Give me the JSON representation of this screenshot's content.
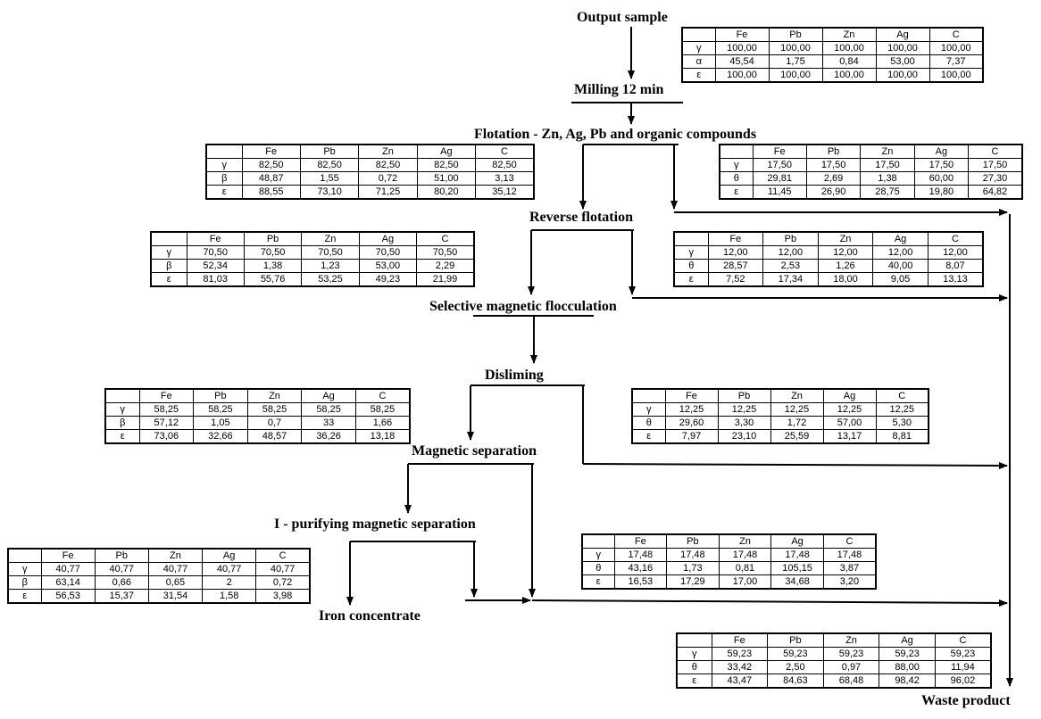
{
  "stages": {
    "output_sample": "Output sample",
    "milling": "Milling 12 min",
    "flotation": "Flotation - Zn, Ag, Pb and organic compounds",
    "reverse_flotation": "Reverse flotation",
    "selective_flocculation": "Selective magnetic flocculation",
    "disliming": "Disliming",
    "magnetic_separation": "Magnetic separation",
    "purifying_separation": "I - purifying magnetic separation",
    "iron_concentrate": "Iron concentrate",
    "waste_product": "Waste product"
  },
  "tables": {
    "t_output": {
      "headers": [
        "",
        "Fe",
        "Pb",
        "Zn",
        "Ag",
        "C"
      ],
      "rows": [
        [
          "γ",
          "100,00",
          "100,00",
          "100,00",
          "100,00",
          "100,00"
        ],
        [
          "α",
          "45,54",
          "1,75",
          "0,84",
          "53,00",
          "7,37"
        ],
        [
          "ε",
          "100,00",
          "100,00",
          "100,00",
          "100,00",
          "100,00"
        ]
      ]
    },
    "t_flot_conc": {
      "headers": [
        "",
        "Fe",
        "Pb",
        "Zn",
        "Ag",
        "C"
      ],
      "rows": [
        [
          "γ",
          "82,50",
          "82,50",
          "82,50",
          "82,50",
          "82,50"
        ],
        [
          "β",
          "48,87",
          "1,55",
          "0,72",
          "51,00",
          "3,13"
        ],
        [
          "ε",
          "88,55",
          "73,10",
          "71,25",
          "80,20",
          "35,12"
        ]
      ]
    },
    "t_flot_waste": {
      "headers": [
        "",
        "Fe",
        "Pb",
        "Zn",
        "Ag",
        "C"
      ],
      "rows": [
        [
          "γ",
          "17,50",
          "17,50",
          "17,50",
          "17,50",
          "17,50"
        ],
        [
          "θ",
          "29,81",
          "2,69",
          "1,38",
          "60,00",
          "27,30"
        ],
        [
          "ε",
          "11,45",
          "26,90",
          "28,75",
          "19,80",
          "64,82"
        ]
      ]
    },
    "t_rev_conc": {
      "headers": [
        "",
        "Fe",
        "Pb",
        "Zn",
        "Ag",
        "C"
      ],
      "rows": [
        [
          "γ",
          "70,50",
          "70,50",
          "70,50",
          "70,50",
          "70,50"
        ],
        [
          "β",
          "52,34",
          "1,38",
          "1,23",
          "53,00",
          "2,29"
        ],
        [
          "ε",
          "81,03",
          "55,76",
          "53,25",
          "49,23",
          "21,99"
        ]
      ]
    },
    "t_rev_waste": {
      "headers": [
        "",
        "Fe",
        "Pb",
        "Zn",
        "Ag",
        "C"
      ],
      "rows": [
        [
          "γ",
          "12,00",
          "12,00",
          "12,00",
          "12,00",
          "12,00"
        ],
        [
          "θ",
          "28,57",
          "2,53",
          "1,26",
          "40,00",
          "8,07"
        ],
        [
          "ε",
          "7,52",
          "17,34",
          "18,00",
          "9,05",
          "13,13"
        ]
      ]
    },
    "t_dis_conc": {
      "headers": [
        "",
        "Fe",
        "Pb",
        "Zn",
        "Ag",
        "C"
      ],
      "rows": [
        [
          "γ",
          "58,25",
          "58,25",
          "58,25",
          "58,25",
          "58,25"
        ],
        [
          "β",
          "57,12",
          "1,05",
          "0,7",
          "33",
          "1,66"
        ],
        [
          "ε",
          "73,06",
          "32,66",
          "48,57",
          "36,26",
          "13,18"
        ]
      ]
    },
    "t_dis_waste": {
      "headers": [
        "",
        "Fe",
        "Pb",
        "Zn",
        "Ag",
        "C"
      ],
      "rows": [
        [
          "γ",
          "12,25",
          "12,25",
          "12,25",
          "12,25",
          "12,25"
        ],
        [
          "θ",
          "29,60",
          "3,30",
          "1,72",
          "57,00",
          "5,30"
        ],
        [
          "ε",
          "7,97",
          "23,10",
          "25,59",
          "13,17",
          "8,81"
        ]
      ]
    },
    "t_iron": {
      "headers": [
        "",
        "Fe",
        "Pb",
        "Zn",
        "Ag",
        "C"
      ],
      "rows": [
        [
          "γ",
          "40,77",
          "40,77",
          "40,77",
          "40,77",
          "40,77"
        ],
        [
          "β",
          "63,14",
          "0,66",
          "0,65",
          "2",
          "0,72"
        ],
        [
          "ε",
          "56,53",
          "15,37",
          "31,54",
          "1,58",
          "3,98"
        ]
      ]
    },
    "t_mag_waste": {
      "headers": [
        "",
        "Fe",
        "Pb",
        "Zn",
        "Ag",
        "C"
      ],
      "rows": [
        [
          "γ",
          "17,48",
          "17,48",
          "17,48",
          "17,48",
          "17,48"
        ],
        [
          "θ",
          "43,16",
          "1,73",
          "0,81",
          "105,15",
          "3,87"
        ],
        [
          "ε",
          "16,53",
          "17,29",
          "17,00",
          "34,68",
          "3,20"
        ]
      ]
    },
    "t_total_waste": {
      "headers": [
        "",
        "Fe",
        "Pb",
        "Zn",
        "Ag",
        "C"
      ],
      "rows": [
        [
          "γ",
          "59,23",
          "59,23",
          "59,23",
          "59,23",
          "59,23"
        ],
        [
          "θ",
          "33,42",
          "2,50",
          "0,97",
          "88,00",
          "11,94"
        ],
        [
          "ε",
          "43,47",
          "84,63",
          "68,48",
          "98,42",
          "96,02"
        ]
      ]
    }
  }
}
